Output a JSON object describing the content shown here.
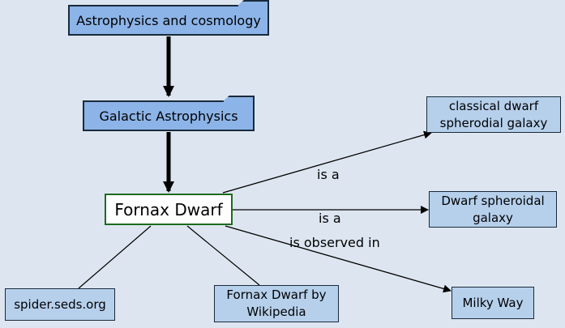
{
  "nodes": {
    "astro": "Astrophysics and cosmology",
    "galactic": "Galactic Astrophysics",
    "fornax": "Fornax Dwarf",
    "classical": "classical dwarf spherodial galaxy",
    "dwarf_spheroidal": "Dwarf spheroidal galaxy",
    "milky_way": "Milky Way",
    "spider": "spider.seds.org",
    "wikipedia": "Fornax Dwarf by Wikipedia"
  },
  "links": {
    "is_a_1": "is a",
    "is_a_2": "is a",
    "observed": "is observed in"
  }
}
